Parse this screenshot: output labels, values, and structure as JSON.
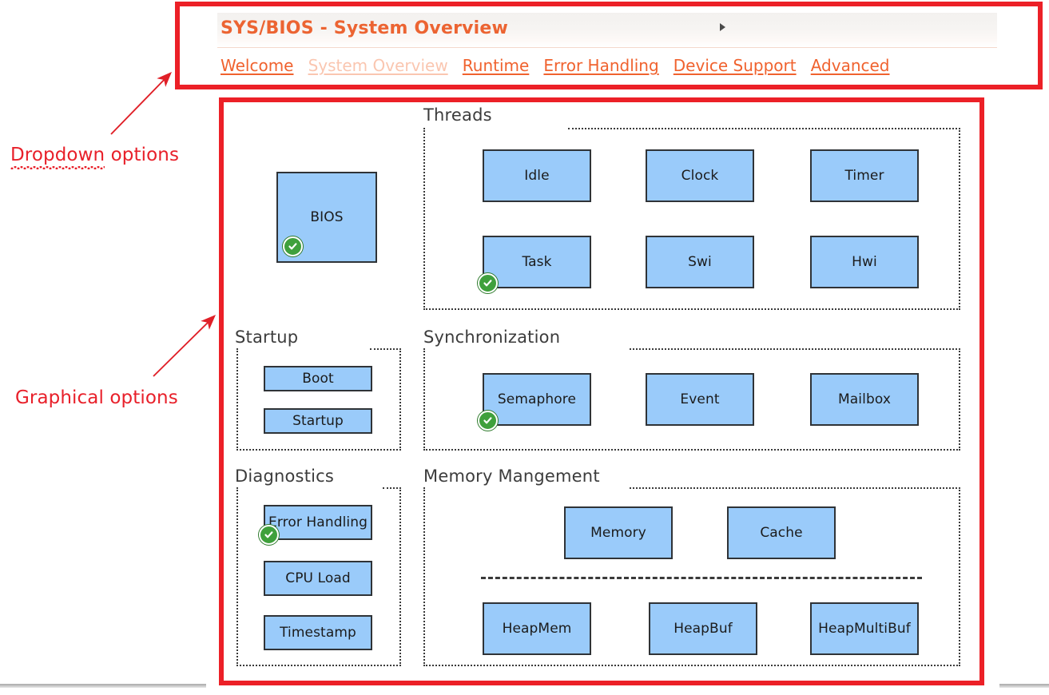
{
  "annotations": [
    {
      "id": "dropdown",
      "text_prefix": "Dropdown",
      "text_suffix": " options",
      "full": "Dropdown options"
    },
    {
      "id": "graphical",
      "text": "Graphical options"
    }
  ],
  "header": {
    "title": "SYS/BIOS - System Overview",
    "caret": "caret-right-icon",
    "nav": [
      {
        "label": "Welcome",
        "state": "enabled"
      },
      {
        "label": "System Overview",
        "state": "disabled"
      },
      {
        "label": "Runtime",
        "state": "enabled"
      },
      {
        "label": "Error Handling",
        "state": "enabled"
      },
      {
        "label": "Device Support",
        "state": "enabled"
      },
      {
        "label": "Advanced",
        "state": "enabled"
      }
    ]
  },
  "diagram": {
    "bios": {
      "label": "BIOS",
      "checked": true
    },
    "groups": [
      {
        "key": "threads",
        "label": "Threads"
      },
      {
        "key": "startup",
        "label": "Startup"
      },
      {
        "key": "sync",
        "label": "Synchronization"
      },
      {
        "key": "diagnostics",
        "label": "Diagnostics"
      },
      {
        "key": "memory",
        "label": "Memory Mangement"
      }
    ],
    "threads": [
      "Idle",
      "Clock",
      "Timer",
      "Task",
      "Swi",
      "Hwi"
    ],
    "startup": [
      "Boot",
      "Startup"
    ],
    "sync": [
      "Semaphore",
      "Event",
      "Mailbox"
    ],
    "diagnostics": [
      "Error Handling",
      "CPU Load",
      "Timestamp"
    ],
    "memory_top": [
      "Memory",
      "Cache"
    ],
    "memory_bottom": [
      "HeapMem",
      "HeapBuf",
      "HeapMultiBuf"
    ],
    "checked_nodes": [
      "BIOS",
      "Task",
      "Semaphore",
      "Error Handling"
    ]
  },
  "colors": {
    "annotation_red": "#e8202a",
    "highlight_red": "#ec2027",
    "link_orange": "#f0622e",
    "link_disabled": "#fac6b0",
    "title_orange": "#ec6432",
    "node_fill": "#9acbfa",
    "node_border": "#2f3337",
    "check_green": "#3fa03c"
  }
}
